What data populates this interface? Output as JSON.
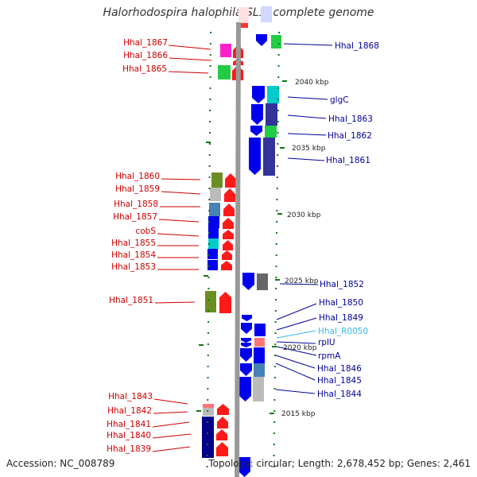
{
  "title": "Halorhodospira halophila SL1, complete genome",
  "footer": {
    "accession": "Accession: NC_008789",
    "stats": "Topology: circular; Length: 2,678,452 bp; Genes: 2,461"
  },
  "colors": {
    "left_label": "#cc0000",
    "right_label": "#000099",
    "rna_label": "#33bbee",
    "axis": "#999999",
    "scale_dot": "#006600"
  },
  "ruler": [
    "2040 kbp",
    "2035 kbp",
    "2030 kbp",
    "2025 kbp",
    "2020 kbp",
    "2015 kbp"
  ],
  "left_genes": [
    "Hhal_1867",
    "Hhal_1866",
    "Hhal_1865",
    "Hhal_1860",
    "Hhal_1859",
    "Hhal_1858",
    "Hhal_1857",
    "cobS",
    "Hhal_1855",
    "Hhal_1854",
    "Hhal_1853",
    "Hhal_1851",
    "Hhal_1843",
    "Hhal_1842",
    "Hhal_1841",
    "Hhal_1840",
    "Hhal_1839"
  ],
  "right_genes": [
    "Hhal_1868",
    "glgC",
    "Hhal_1863",
    "Hhal_1862",
    "Hhal_1861",
    "Hhal_1852",
    "Hhal_1850",
    "Hhal_1849",
    "Hhal_R0050",
    "rplU",
    "rpmA",
    "Hhal_1846",
    "Hhal_1845",
    "Hhal_1844"
  ]
}
